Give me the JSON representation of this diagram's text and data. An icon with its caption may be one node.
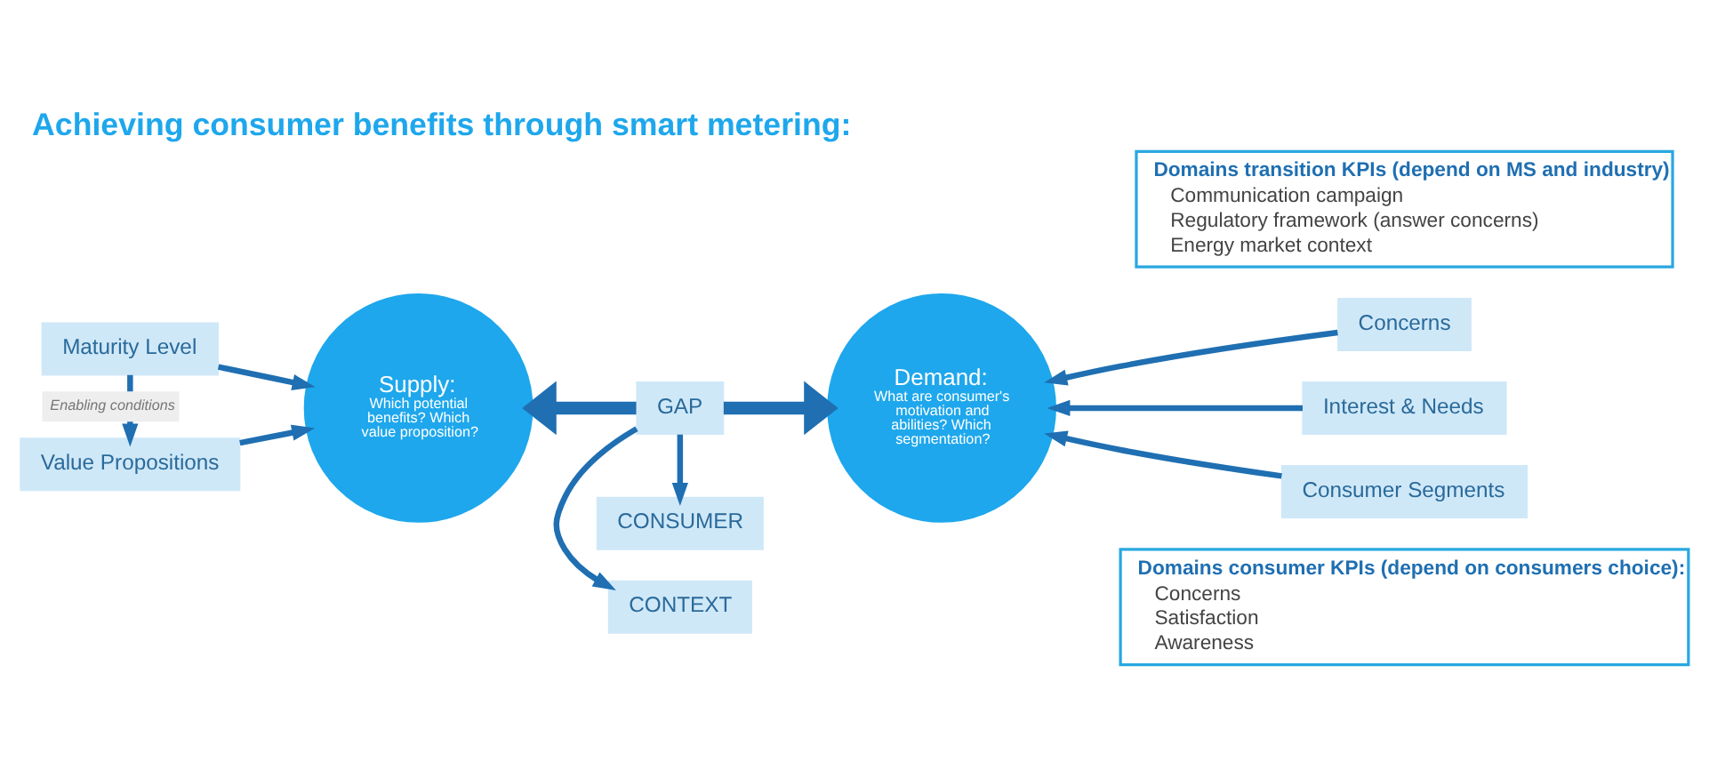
{
  "diagram": {
    "title": "Achieving consumer benefits through smart metering:",
    "nodes": [
      {
        "text": [
          "Domains consumer KPIs (depend on consumers choice):",
          "Concerns",
          "Satisfaction",
          "Awareness"
        ]
      },
      {
        "text": [
          "Value Propositions"
        ]
      },
      {
        "text": [
          "Maturity Level"
        ]
      },
      {
        "text": [
          "Supply:",
          "Which potential benefits? Which value proposition?"
        ]
      },
      {
        "text": [
          "CONSUMER"
        ]
      },
      {
        "text": [
          "GAP"
        ]
      },
      {
        "text": [
          "CONTEXT"
        ]
      },
      {
        "text": [
          "Demand:",
          "What are consumer's motivation and abilities? Which segmentation?"
        ]
      },
      {
        "text": [
          "Concerns"
        ]
      },
      {
        "text": [
          "Interest & Needs"
        ]
      },
      {
        "text": [
          "Consumer Segments"
        ]
      },
      {
        "text": [
          "Domains transition KPIs (depend on MS and industry)",
          "Communication campaign",
          "Regulatory framework (answer concerns)",
          "Energy market context"
        ]
      }
    ],
    "edges": [
      {
        "from": 2,
        "to": 1,
        "arrow": "to",
        "label": "Enabling conditions"
      },
      {
        "from": 1,
        "to": 3,
        "arrow": "to"
      },
      {
        "from": 2,
        "to": 3,
        "arrow": "to"
      },
      {
        "from": 5,
        "to": 3,
        "arrow": "to",
        "style": "thick"
      },
      {
        "from": 5,
        "to": 7,
        "arrow": "to",
        "style": "thick"
      },
      {
        "from": 5,
        "to": 4,
        "arrow": "to"
      },
      {
        "from": 5,
        "to": 6,
        "arrow": "to"
      },
      {
        "from": 8,
        "to": 7,
        "arrow": "to"
      },
      {
        "from": 9,
        "to": 7,
        "arrow": "to"
      },
      {
        "from": 10,
        "to": 7,
        "arrow": "to"
      }
    ]
  }
}
